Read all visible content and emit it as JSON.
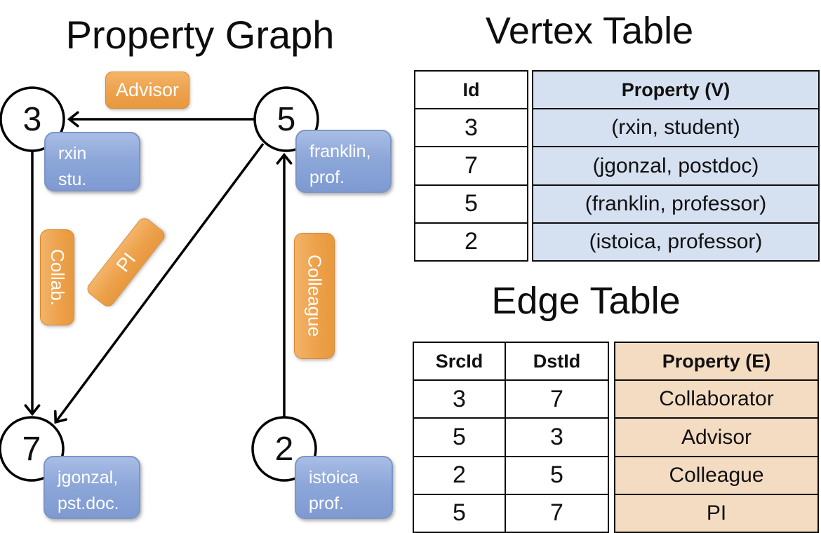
{
  "graph": {
    "title": "Property Graph",
    "nodes": [
      {
        "id": "3",
        "line1": "rxin",
        "line2": "stu."
      },
      {
        "id": "5",
        "line1": "franklin,",
        "line2": "prof."
      },
      {
        "id": "7",
        "line1": "jgonzal,",
        "line2": "pst.doc."
      },
      {
        "id": "2",
        "line1": "istoica",
        "line2": "prof."
      }
    ],
    "edge_labels": {
      "advisor": "Advisor",
      "collab": "Collab.",
      "pi": "PI",
      "colleague": "Colleague"
    }
  },
  "vertex_table": {
    "title": "Vertex Table",
    "headers": {
      "id": "Id",
      "property": "Property (V)"
    },
    "rows": [
      {
        "id": "3",
        "property": "(rxin, student)"
      },
      {
        "id": "7",
        "property": "(jgonzal, postdoc)"
      },
      {
        "id": "5",
        "property": "(franklin, professor)"
      },
      {
        "id": "2",
        "property": "(istoica, professor)"
      }
    ]
  },
  "edge_table": {
    "title": "Edge Table",
    "headers": {
      "src": "SrcId",
      "dst": "DstId",
      "property": "Property (E)"
    },
    "rows": [
      {
        "src": "3",
        "dst": "7",
        "property": "Collaborator"
      },
      {
        "src": "5",
        "dst": "3",
        "property": "Advisor"
      },
      {
        "src": "2",
        "dst": "5",
        "property": "Colleague"
      },
      {
        "src": "5",
        "dst": "7",
        "property": "PI"
      }
    ]
  },
  "colors": {
    "node_label_fill_top": "#a9bde5",
    "node_label_fill_bottom": "#7e9ad1",
    "edge_label_fill_top": "#f3b469",
    "edge_label_fill_bottom": "#e8993e",
    "vertex_property_fill": "#d5e0f0",
    "edge_property_fill": "#f4dcc2",
    "line_color": "#000000"
  }
}
